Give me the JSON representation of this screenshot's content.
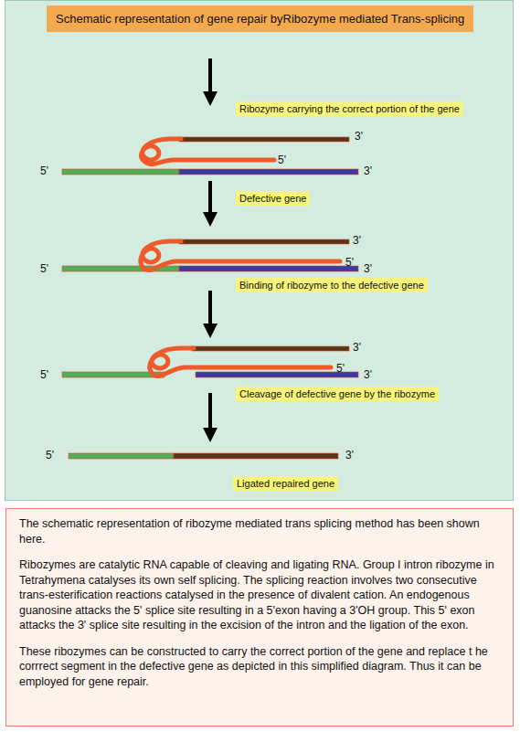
{
  "diagram": {
    "title": "Schematic representation of gene repair byRibozyme mediated Trans-splicing",
    "nodes": [
      {
        "text": [
          "Ribozyme carrying the correct portion of the gene"
        ]
      },
      {
        "text": [
          "Defective gene"
        ]
      },
      {
        "text": [
          "Binding of ribozyme to the defective gene"
        ]
      },
      {
        "text": [
          "Cleavage of defective gene by the ribozyme"
        ]
      },
      {
        "text": [
          "Ligated repaired gene"
        ]
      },
      {
        "text": [
          "The schematic representation of ribozyme mediated trans splicing method has been shown here.",
          "Ribozymes are catalytic RNA capable of cleaving and ligating RNA. Group I intron ribozyme in Tetrahymena catalyses its own self splicing. The splicing reaction involves two consecutive trans-esterification reactions catalysed in the presence of divalent cation. An endogenous guanosine attacks the 5' splice site resulting in a 5'exon having a 3'OH group. This 5' exon attacks the 3' splice site resulting in the excision of the intron and the ligation of the exon.",
          "These ribozymes can be constructed to carry the correct portion of the gene and replace t he corrrect segment in the defective gene as depicted in this simplified diagram. Thus it can be employed for gene repair."
        ]
      }
    ],
    "labels": [
      "3'",
      "5'",
      "5'",
      "3'",
      "3'",
      "5'",
      "5'",
      "3'",
      "3'",
      "5'",
      "5'",
      "3'",
      "5'",
      "3'"
    ]
  }
}
